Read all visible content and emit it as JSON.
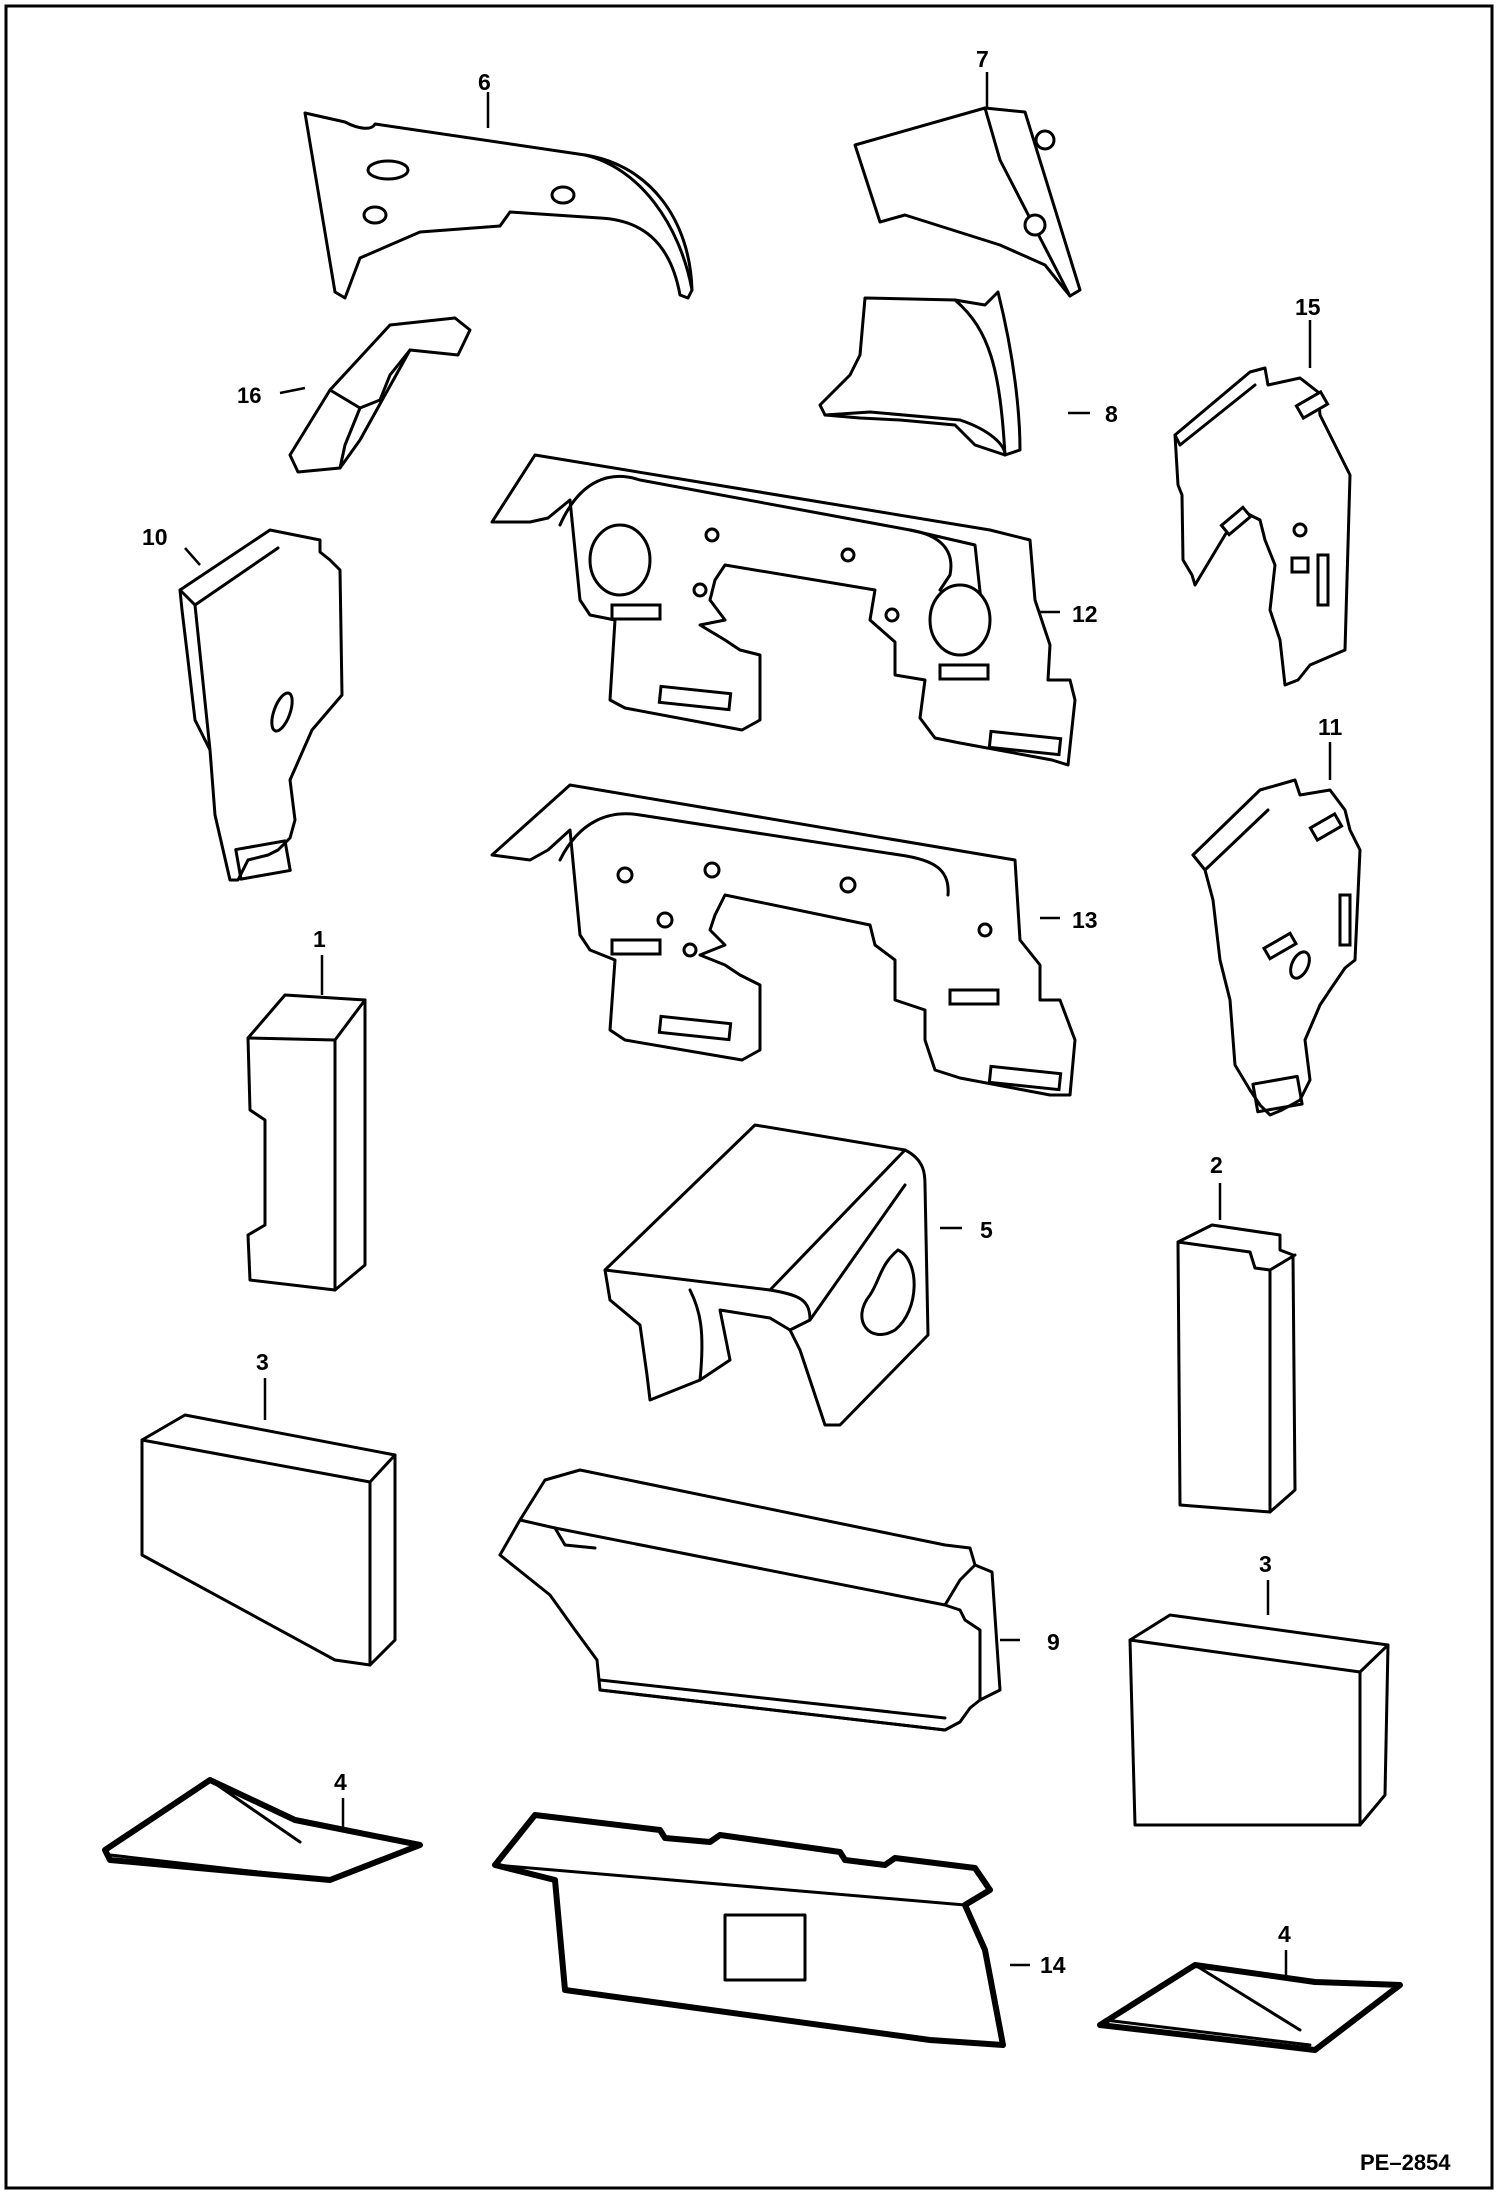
{
  "callouts": {
    "c1": "1",
    "c2": "2",
    "c3a": "3",
    "c3b": "3",
    "c4a": "4",
    "c4b": "4",
    "c5": "5",
    "c6": "6",
    "c7": "7",
    "c8": "8",
    "c9": "9",
    "c10": "10",
    "c11": "11",
    "c12": "12",
    "c13": "13",
    "c14": "14",
    "c15": "15",
    "c16": "16"
  },
  "figure_ref": "PE–2854"
}
